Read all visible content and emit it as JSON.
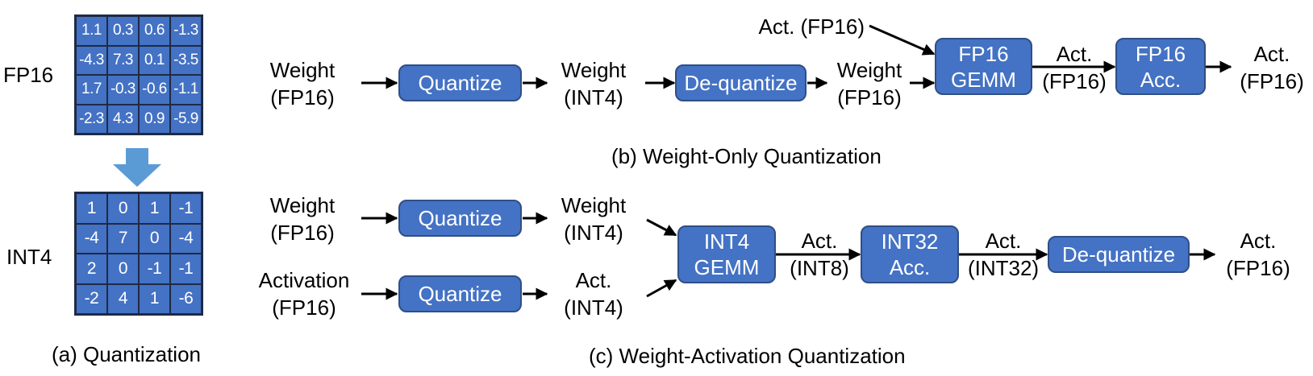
{
  "panel_a": {
    "fp16_label": "FP16",
    "int4_label": "INT4",
    "fp16_matrix": [
      [
        "1.1",
        "0.3",
        "0.6",
        "-1.3"
      ],
      [
        "-4.3",
        "7.3",
        "0.1",
        "-3.5"
      ],
      [
        "1.7",
        "-0.3",
        "-0.6",
        "-1.1"
      ],
      [
        "-2.3",
        "4.3",
        "0.9",
        "-5.9"
      ]
    ],
    "int4_matrix": [
      [
        "1",
        "0",
        "1",
        "-1"
      ],
      [
        "-4",
        "7",
        "0",
        "-4"
      ],
      [
        "2",
        "0",
        "-1",
        "-1"
      ],
      [
        "-2",
        "4",
        "1",
        "-6"
      ]
    ],
    "caption": "(a) Quantization",
    "arrow_color": "#5b9bd5"
  },
  "panel_b": {
    "weight_fp16": [
      "Weight",
      "(FP16)"
    ],
    "quantize": "Quantize",
    "weight_int4": [
      "Weight",
      "(INT4)"
    ],
    "dequantize": "De-quantize",
    "weight_fp16_out": [
      "Weight",
      "(FP16)"
    ],
    "act_fp16_in": "Act. (FP16)",
    "gemm": [
      "FP16",
      "GEMM"
    ],
    "act_mid": [
      "Act.",
      "(FP16)"
    ],
    "acc": [
      "FP16",
      "Acc."
    ],
    "act_out": [
      "Act.",
      "(FP16)"
    ],
    "caption": "(b) Weight-Only Quantization"
  },
  "panel_c": {
    "weight_fp16": [
      "Weight",
      "(FP16)"
    ],
    "quantize_w": "Quantize",
    "weight_int4": [
      "Weight",
      "(INT4)"
    ],
    "activation_fp16": [
      "Activation",
      "(FP16)"
    ],
    "quantize_a": "Quantize",
    "act_int4": [
      "Act.",
      "(INT4)"
    ],
    "gemm": [
      "INT4",
      "GEMM"
    ],
    "act_int8": [
      "Act.",
      "(INT8)"
    ],
    "acc": [
      "INT32",
      "Acc."
    ],
    "act_int32": [
      "Act.",
      "(INT32)"
    ],
    "dequantize": "De-quantize",
    "act_out": [
      "Act.",
      "(FP16)"
    ],
    "caption": "(c) Weight-Activation Quantization"
  },
  "colors": {
    "box_fill": "#4472c4",
    "box_border": "#2f4f86",
    "line": "#000000"
  }
}
